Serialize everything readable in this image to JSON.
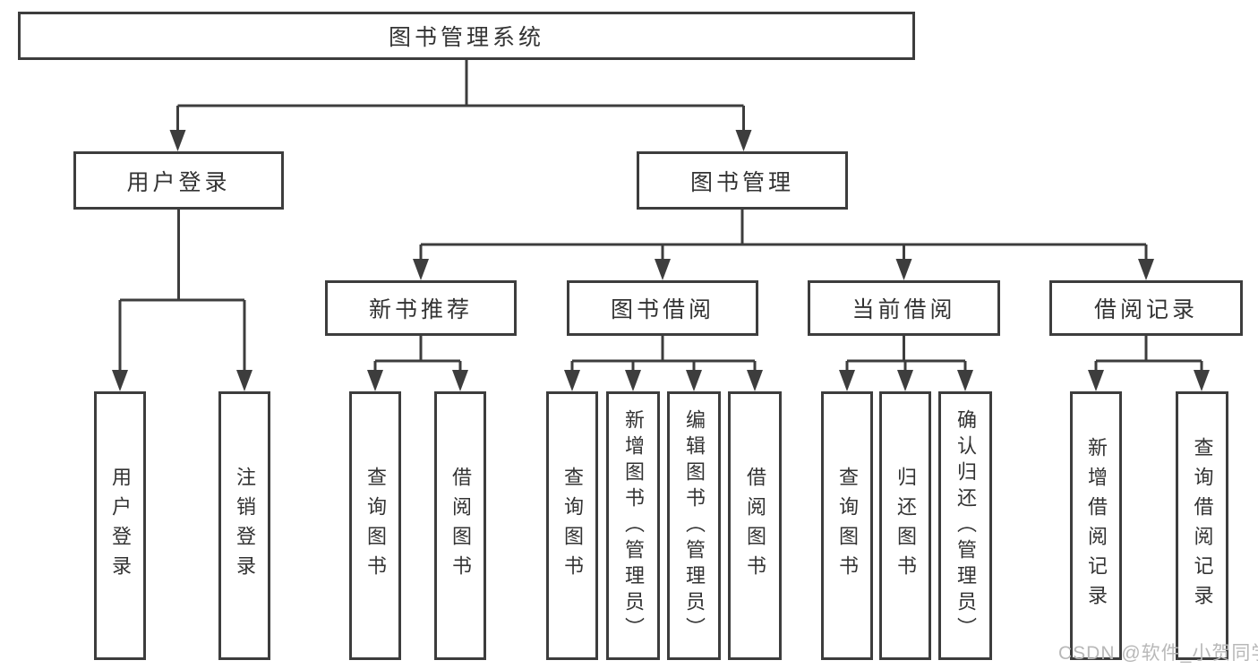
{
  "diagram": {
    "type": "hierarchy-tree",
    "tree": {
      "label": "图书管理系统",
      "children": [
        {
          "label": "用户登录",
          "children": [
            {
              "label": "用户登录"
            },
            {
              "label": "注销登录"
            }
          ]
        },
        {
          "label": "图书管理",
          "children": [
            {
              "label": "新书推荐",
              "children": [
                {
                  "label": "查询图书"
                },
                {
                  "label": "借阅图书"
                }
              ]
            },
            {
              "label": "图书借阅",
              "children": [
                {
                  "label": "查询图书"
                },
                {
                  "label": "新增图书（管理员）"
                },
                {
                  "label": "编辑图书（管理员）"
                },
                {
                  "label": "借阅图书"
                }
              ]
            },
            {
              "label": "当前借阅",
              "children": [
                {
                  "label": "查询图书"
                },
                {
                  "label": "归还图书"
                },
                {
                  "label": "确认归还（管理员）"
                }
              ]
            },
            {
              "label": "借阅记录",
              "children": [
                {
                  "label": "新增借阅记录"
                },
                {
                  "label": "查询借阅记录"
                }
              ]
            }
          ]
        }
      ]
    },
    "watermark": "CSDN @软件_小贺同学",
    "colors": {
      "line": "#3d3d3d",
      "box_border": "#3d3d3d",
      "box_fill": "#ffffff",
      "text": "#333333",
      "background": "#ffffff",
      "watermark": "#b8b8b8"
    }
  }
}
